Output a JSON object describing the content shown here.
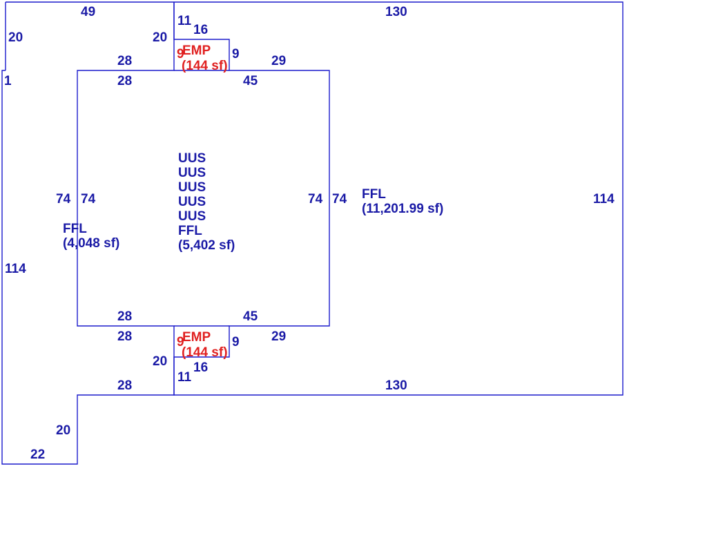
{
  "colors": {
    "line": "#1a1acc",
    "text": "#1a1aa6",
    "emp": "#e02020"
  },
  "dimensions": {
    "top_130": "130",
    "top_49": "49",
    "left_20": "20",
    "top_11": "11",
    "top_16": "16",
    "mid_20": "20",
    "top_28a": "28",
    "top_9a": "9",
    "top_9b": "9",
    "top_29": "29",
    "left_1": "1",
    "top_28b": "28",
    "top_45": "45",
    "left_74a": "74",
    "left_74b": "74",
    "right_74a": "74",
    "right_74b": "74",
    "right_114": "114",
    "left_114": "114",
    "bot_28a": "28",
    "bot_45": "45",
    "bot_28b": "28",
    "bot_9a": "9",
    "bot_9b": "9",
    "bot_29": "29",
    "bot_20": "20",
    "bot_11": "11",
    "bot_16": "16",
    "bot_28c": "28",
    "bot_130": "130",
    "wing_20": "20",
    "wing_22": "22"
  },
  "areas": {
    "emp_top": {
      "label": "EMP",
      "area": "(144 sf)"
    },
    "emp_bottom": {
      "label": "EMP",
      "area": "(144 sf)"
    },
    "center": {
      "codes": [
        "UUS",
        "UUS",
        "UUS",
        "UUS",
        "UUS"
      ],
      "label": "FFL",
      "area": "(5,402 sf)"
    },
    "left": {
      "label": "FFL",
      "area": "(4,048 sf)"
    },
    "right": {
      "label": "FFL",
      "area": "(11,201.99 sf)"
    }
  }
}
